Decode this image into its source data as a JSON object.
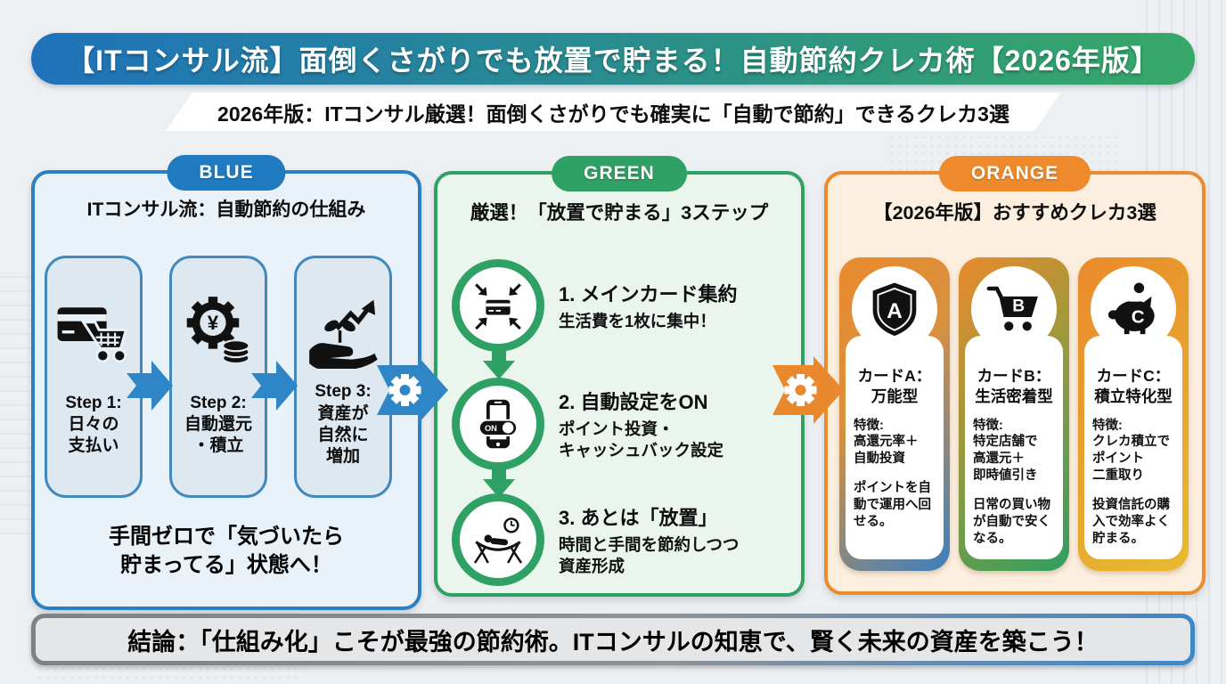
{
  "banner": {
    "title": "【ITコンサル流】面倒くさがりでも放置で貯まる！自動節約クレカ術【2026年版】"
  },
  "subtitle": "2026年版：ITコンサル厳選！面倒くさがりでも確実に「自動で節約」できるクレカ3選",
  "colors": {
    "banner_gradient_left": "#1f72ba",
    "banner_gradient_right": "#37a867",
    "blue_accent": "#2b7fc3",
    "green_accent": "#2fa164",
    "orange_accent": "#ec8a2e",
    "blue_panel_bg": "#e9f1f9",
    "green_panel_bg": "#eaf5ee",
    "orange_panel_bg": "#fcefdf"
  },
  "blue_panel": {
    "badge": "BLUE",
    "title": "ITコンサル流：自動節約の仕組み",
    "steps": [
      {
        "icon": "credit-card-cart-icon",
        "label": "Step 1:\n日々の\n支払い"
      },
      {
        "icon": "gear-yen-coins-icon",
        "icon_symbol": "¥",
        "label": "Step 2:\n自動還元\n・積立"
      },
      {
        "icon": "hand-plant-growth-icon",
        "label": "Step 3:\n資産が\n自然に\n増加"
      }
    ],
    "footer": "手間ゼロで「気づいたら\n貯まってる」状態へ！"
  },
  "green_panel": {
    "badge": "GREEN",
    "title": "厳選！「放置で貯まる」3ステップ",
    "steps": [
      {
        "icon": "card-consolidate-icon",
        "heading": "1. メインカード集約",
        "sub": "生活費を1枚に集中！"
      },
      {
        "icon": "phone-toggle-on-icon",
        "toggle_label": "ON",
        "heading": "2. 自動設定をON",
        "sub": "ポイント投資・\nキャッシュバック設定"
      },
      {
        "icon": "hammock-relax-icon",
        "heading": "3. あとは「放置」",
        "sub": "時間と手間を節約しつつ\n資産形成"
      }
    ]
  },
  "orange_panel": {
    "badge": "ORANGE",
    "title": "【2026年版】おすすめクレカ3選",
    "cards": [
      {
        "icon": "shield-icon",
        "icon_letter": "A",
        "title": "カードA：\n万能型",
        "feature": "特徴:\n高還元率＋\n自動投資",
        "desc": "ポイントを自動で運用へ回せる。"
      },
      {
        "icon": "shopping-cart-icon",
        "icon_letter": "B",
        "title": "カードB：\n生活密着型",
        "feature": "特徴:\n特定店舗で\n高還元＋\n即時値引き",
        "desc": "日常の買い物が自動で安くなる。"
      },
      {
        "icon": "piggy-bank-icon",
        "icon_letter": "C",
        "title": "カードC：\n積立特化型",
        "feature": "特徴:\nクレカ積立で\nポイント\n二重取り",
        "desc": "投資信託の購入で効率よく貯まる。"
      }
    ]
  },
  "conclusion": "結論：「仕組み化」こそが最強の節約術。ITコンサルの知恵で、賢く未来の資産を築こう！"
}
